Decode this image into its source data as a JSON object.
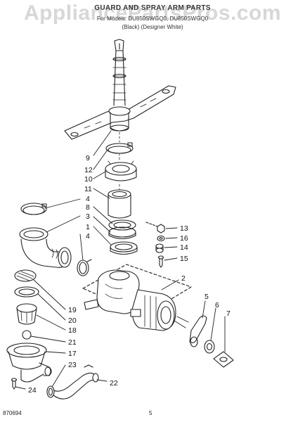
{
  "header": {
    "title": "GUARD AND SPRAY ARM PARTS",
    "models": "For Models: DU850SWGQ0, DU850SWGQ0",
    "variants": "(Black)     (Designer White)"
  },
  "watermark": "AppliancePartsPros.com",
  "footer": {
    "code": "870694",
    "page": "5"
  },
  "callouts": [
    "9",
    "12",
    "10",
    "11",
    "4",
    "8",
    "3",
    "1",
    "4",
    "13",
    "16",
    "14",
    "15",
    "2",
    "5",
    "6",
    "7",
    "19",
    "20",
    "18",
    "21",
    "17",
    "23",
    "22",
    "24"
  ],
  "colors": {
    "line": "#222222",
    "shade": "#dddddd"
  }
}
